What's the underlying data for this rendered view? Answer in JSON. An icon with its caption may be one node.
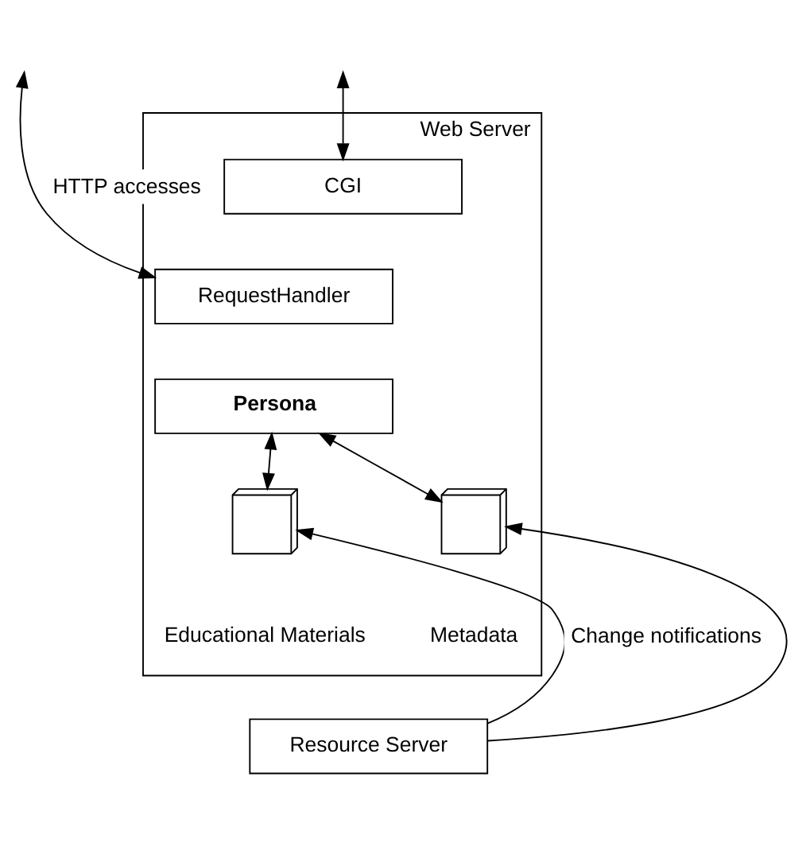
{
  "diagram": {
    "nodes": [
      {
        "text": [
          "Web Server"
        ]
      },
      {
        "text": [
          "CGI"
        ],
        "in": 0
      },
      {
        "text": [
          "RequestHandler"
        ],
        "in": 0
      },
      {
        "text": [
          "Persona"
        ],
        "in": 0
      },
      {
        "text": [],
        "shape": "box",
        "beside": [
          "Educational Materials"
        ],
        "in": 0
      },
      {
        "text": [],
        "shape": "box",
        "beside": [
          "Metadata"
        ],
        "in": 0
      },
      {
        "text": [
          "Resource Server"
        ]
      }
    ],
    "edges": [
      {
        "from": null,
        "to": 1,
        "arrow": "both"
      },
      {
        "from": null,
        "to": 2,
        "arrow": "both",
        "label": "HTTP accesses"
      },
      {
        "from": 3,
        "to": 4,
        "arrow": "both"
      },
      {
        "from": 3,
        "to": 5,
        "arrow": "both"
      },
      {
        "from": 6,
        "to": 4,
        "arrow": "to",
        "label": "Change notifications"
      },
      {
        "from": 6,
        "to": 5,
        "arrow": "to"
      }
    ]
  }
}
